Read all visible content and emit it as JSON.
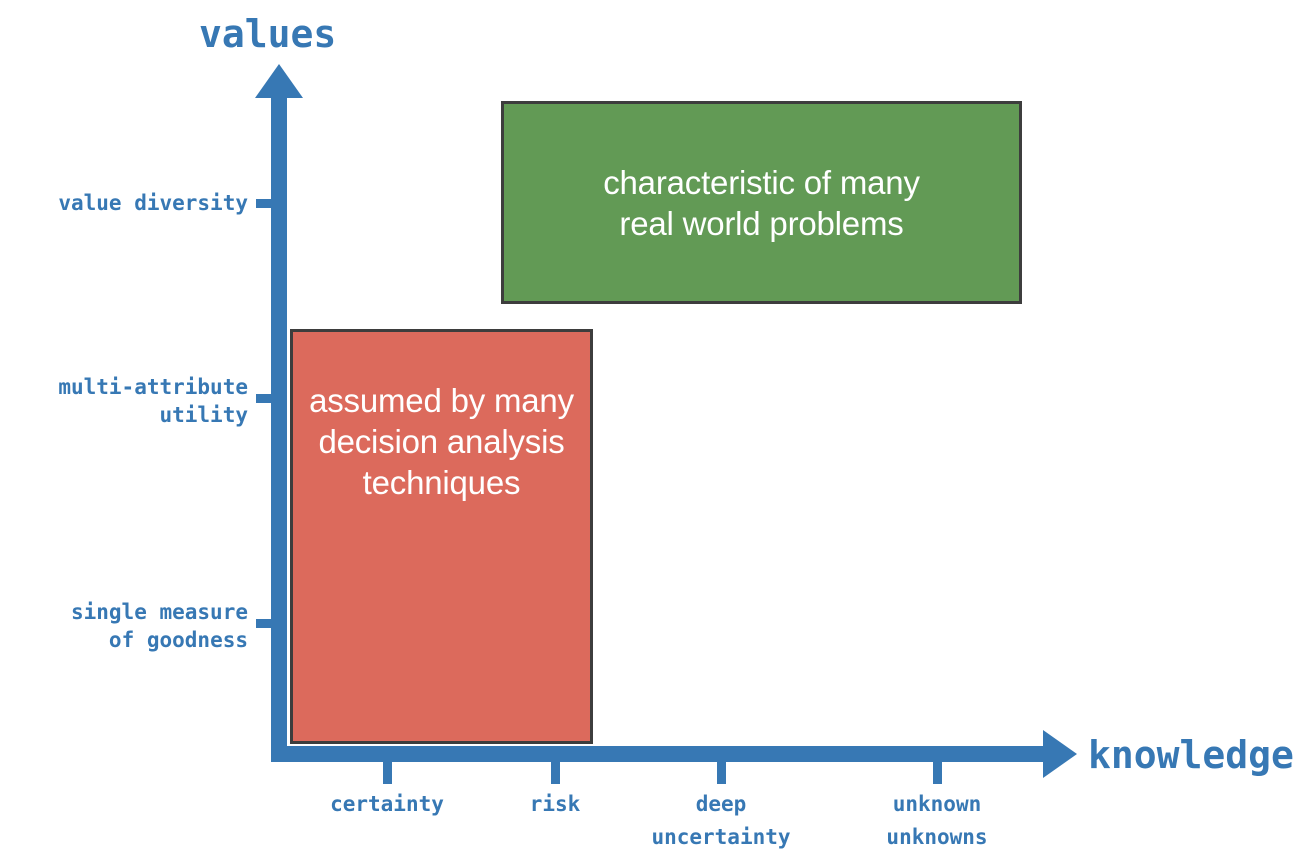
{
  "chart_data": {
    "type": "scatter",
    "title": "",
    "xlabel": "knowledge",
    "ylabel": "values",
    "grid": false,
    "legend": "none",
    "x_tick_labels": [
      "certainty",
      "risk",
      "deep\nuncertainty",
      "unknown\nunknowns"
    ],
    "y_tick_labels": [
      "value diversity",
      "multi-attribute\nutility",
      "single measure\nof goodness"
    ],
    "x_tick_positions": [
      387,
      555,
      721,
      937
    ],
    "y_tick_positions": [
      203,
      398,
      623
    ],
    "regions": [
      {
        "name": "characteristic-of-many-real-world-problems",
        "label": "characteristic of many\nreal world problems",
        "color": "#629a55",
        "border_color": "#3d3d3d",
        "x_range": [
          "risk",
          "unknown unknowns"
        ],
        "y_range": [
          "multi-attribute utility",
          "above value diversity"
        ]
      },
      {
        "name": "assumed-by-many-decision-analysis-techniques",
        "label": "assumed by many\ndecision analysis\ntechniques",
        "color": "#dc6a5c",
        "border_color": "#3d3d3d",
        "x_range": [
          "origin",
          "risk"
        ],
        "y_range": [
          "origin",
          "above multi-attribute utility"
        ]
      }
    ]
  },
  "axes": {
    "y_title": "values",
    "x_title": "knowledge",
    "color": "#3778b4"
  },
  "y_ticks": [
    {
      "label": "value diversity",
      "top": 189
    },
    {
      "label": "multi-attribute\nutility",
      "top": 373
    },
    {
      "label": "single measure\nof goodness",
      "top": 598
    }
  ],
  "x_ticks": [
    {
      "label": "certainty",
      "left": 387
    },
    {
      "label": "risk",
      "left": 555
    },
    {
      "label": "deep\nuncertainty",
      "left": 721
    },
    {
      "label": "unknown\nunknowns",
      "left": 937
    }
  ],
  "regions": {
    "real_world": {
      "label": "characteristic of many\nreal world problems"
    },
    "decision_analysis": {
      "label": "assumed by many\ndecision analysis\ntechniques"
    }
  },
  "colors": {
    "axis_blue": "#3778b4",
    "region_green": "#629a55",
    "region_red": "#dc6a5c",
    "region_border": "#3d3d3d",
    "region_text": "#ffffff",
    "background": "#ffffff"
  }
}
